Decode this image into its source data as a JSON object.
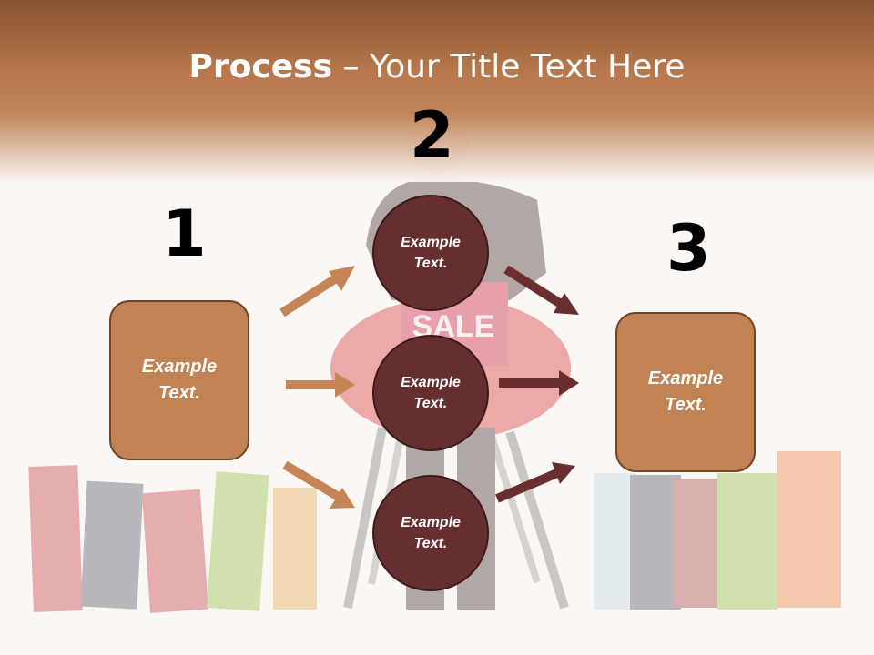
{
  "title": {
    "bold": "Process",
    "rest": " – Your Title Text Here"
  },
  "steps": {
    "one": "1",
    "two": "2",
    "three": "3"
  },
  "left_box": "Example\nText.",
  "right_box": "Example\nText.",
  "circles": [
    "Example\nText.",
    "Example\nText.",
    "Example\nText."
  ],
  "background": {
    "sign_text": "SALE"
  },
  "colors": {
    "box_fill": "#c18254",
    "circle_fill": "#662f2f",
    "arrow_light": "#c58556",
    "arrow_dark": "#6a2e2e"
  }
}
